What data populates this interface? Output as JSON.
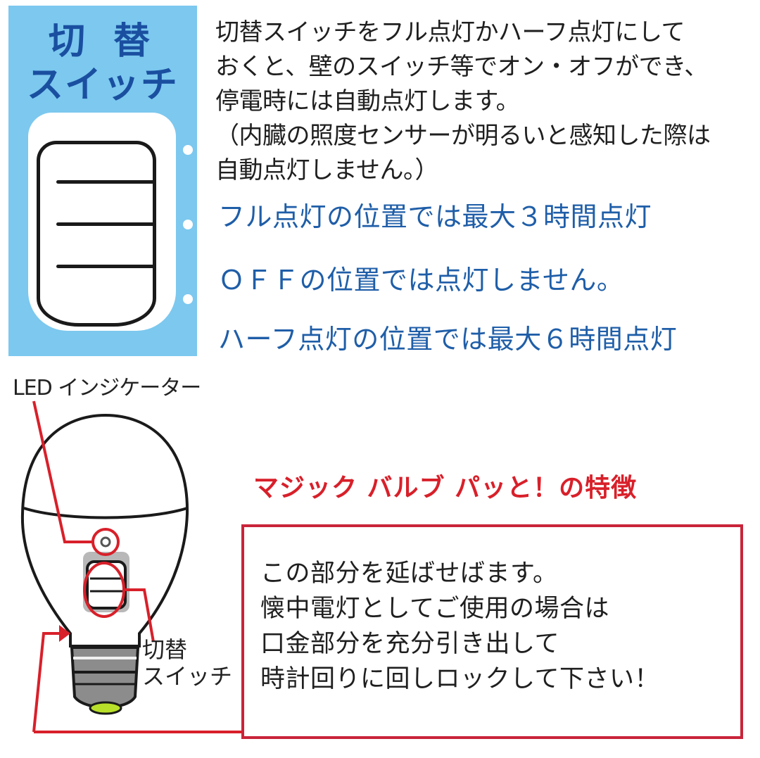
{
  "switch_panel": {
    "title_line1": "切替",
    "title_line2": "スイッチ",
    "positions": [
      "full",
      "off",
      "half"
    ]
  },
  "description": {
    "lines": [
      "切替スイッチをフル点灯かハーフ点灯にして",
      "おくと、壁のスイッチ等でオン・オフができ、",
      "停電時には自動点灯します。",
      "（内臓の照度センサーが明るいと感知した際は",
      "自動点灯しません。）"
    ]
  },
  "modes": [
    {
      "label": "フル点灯の位置では最大３時間点灯"
    },
    {
      "label": "ＯＦＦの位置では点灯しません。"
    },
    {
      "label": "ハーフ点灯の位置では最大６時間点灯"
    }
  ],
  "bulb_diagram": {
    "led_label": "LED インジケーター",
    "switch_label_line1": "切替",
    "switch_label_line2": "スイッチ"
  },
  "features": {
    "title": "マジック バルブ パッと！の特徴",
    "lines": [
      "この部分を延ばせばます。",
      "懐中電灯としてご使用の場合は",
      "口金部分を充分引き出して",
      "時計回りに回しロックして下さい！"
    ]
  },
  "colors": {
    "panel_blue": "#7cc8ef",
    "title_blue": "#1a4fa0",
    "mode_blue": "#1f5ea8",
    "accent_red": "#d8202a",
    "callout_red": "#c9243a",
    "base_green": "#b8e02a"
  }
}
